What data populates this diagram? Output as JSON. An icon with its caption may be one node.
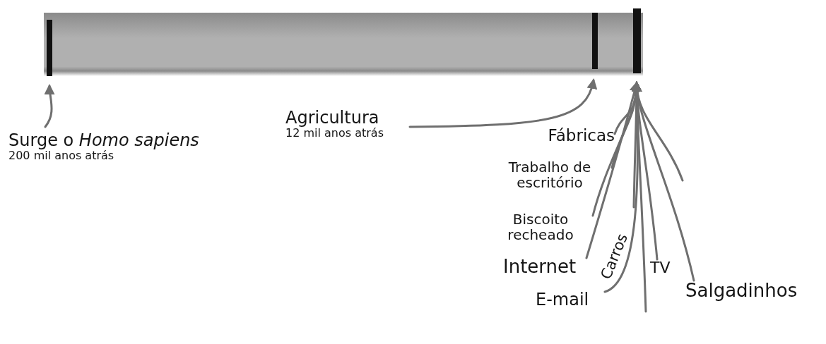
{
  "diagram": {
    "nodes": [
      {
        "text": [],
        "shape": "bar"
      },
      {
        "text": [],
        "shape": "bar",
        "in": 0
      },
      {
        "text": [],
        "shape": "bar",
        "in": 0
      },
      {
        "text": [],
        "shape": "bar",
        "in": 0
      },
      {
        "text": [
          "Surge o *Homo sapiens*",
          "200 mil anos atrás"
        ]
      },
      {
        "text": [
          "Agricultura",
          "12 mil anos atrás"
        ]
      },
      {
        "text": [
          "Fábricas"
        ]
      },
      {
        "text": [
          "Trabalho de escritório"
        ]
      },
      {
        "text": [
          "Biscoito recheado"
        ]
      },
      {
        "text": [
          "Internet"
        ]
      },
      {
        "text": [
          "Carros"
        ]
      },
      {
        "text": [
          "E-mail"
        ]
      },
      {
        "text": [
          "TV"
        ]
      },
      {
        "text": [
          "Salgadinhos"
        ]
      }
    ],
    "edges": [
      {
        "from": 4,
        "to": 1,
        "arrow": "to"
      },
      {
        "from": 5,
        "to": 2,
        "arrow": "to"
      },
      {
        "from": 6,
        "to": 3,
        "arrow": "to"
      },
      {
        "from": 7,
        "to": 3,
        "arrow": "to"
      },
      {
        "from": 8,
        "to": 3,
        "arrow": "to"
      },
      {
        "from": 9,
        "to": 3,
        "arrow": "to"
      },
      {
        "from": 10,
        "to": 3,
        "arrow": "to"
      },
      {
        "from": 11,
        "to": 3,
        "arrow": "to"
      },
      {
        "from": 12,
        "to": 3,
        "arrow": "to"
      },
      {
        "from": 13,
        "to": 3,
        "arrow": "to"
      },
      {
        "from": null,
        "to": 3,
        "arrow": "to"
      },
      {
        "from": null,
        "to": 3,
        "arrow": "to"
      }
    ]
  }
}
